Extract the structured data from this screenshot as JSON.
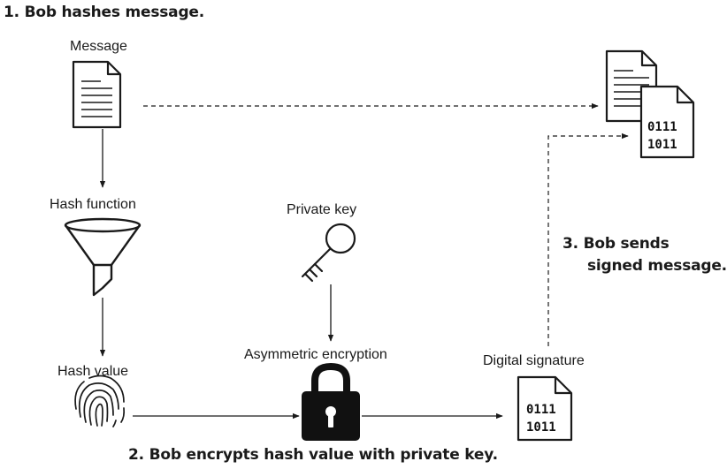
{
  "steps": {
    "step1": "1. Bob hashes message.",
    "step2": "2. Bob encrypts hash value with private key.",
    "step3_line1": "3. Bob sends",
    "step3_line2": "signed message."
  },
  "labels": {
    "message": "Message",
    "hash_function": "Hash function",
    "hash_value": "Hash value",
    "private_key": "Private key",
    "asymmetric_encryption": "Asymmetric encryption",
    "digital_signature": "Digital signature"
  },
  "binary": {
    "line1": "0111",
    "line2": "1011"
  },
  "icons": {
    "message": "document-icon",
    "hash_function": "funnel-icon",
    "hash_value": "fingerprint-icon",
    "private_key": "key-icon",
    "asymmetric_encryption": "lock-icon",
    "digital_signature": "binary-document-icon",
    "signed_message": "signed-message-icon"
  }
}
